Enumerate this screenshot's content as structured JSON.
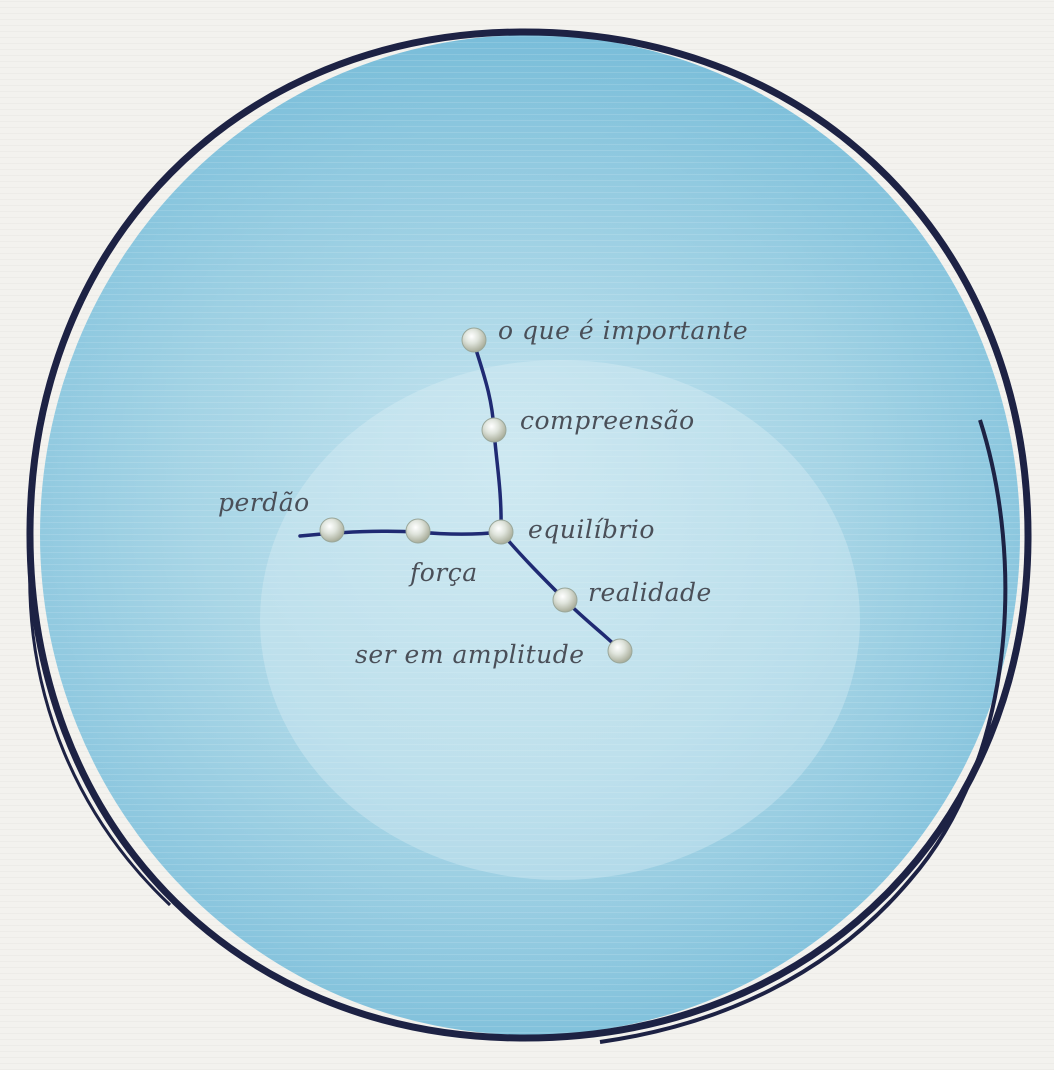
{
  "artwork": {
    "labels": {
      "important": "o que é importante",
      "understanding": "compreensão",
      "forgiveness": "perdão",
      "balance": "equilíbrio",
      "strength": "força",
      "reality": "realidade",
      "amplitude": "ser em amplitude"
    },
    "colors": {
      "paper": "#f3f2ee",
      "watercolor": "#9fd2e4",
      "ink": "#1d2244",
      "thread": "#1f2a73",
      "text": "#4a4f58"
    }
  }
}
